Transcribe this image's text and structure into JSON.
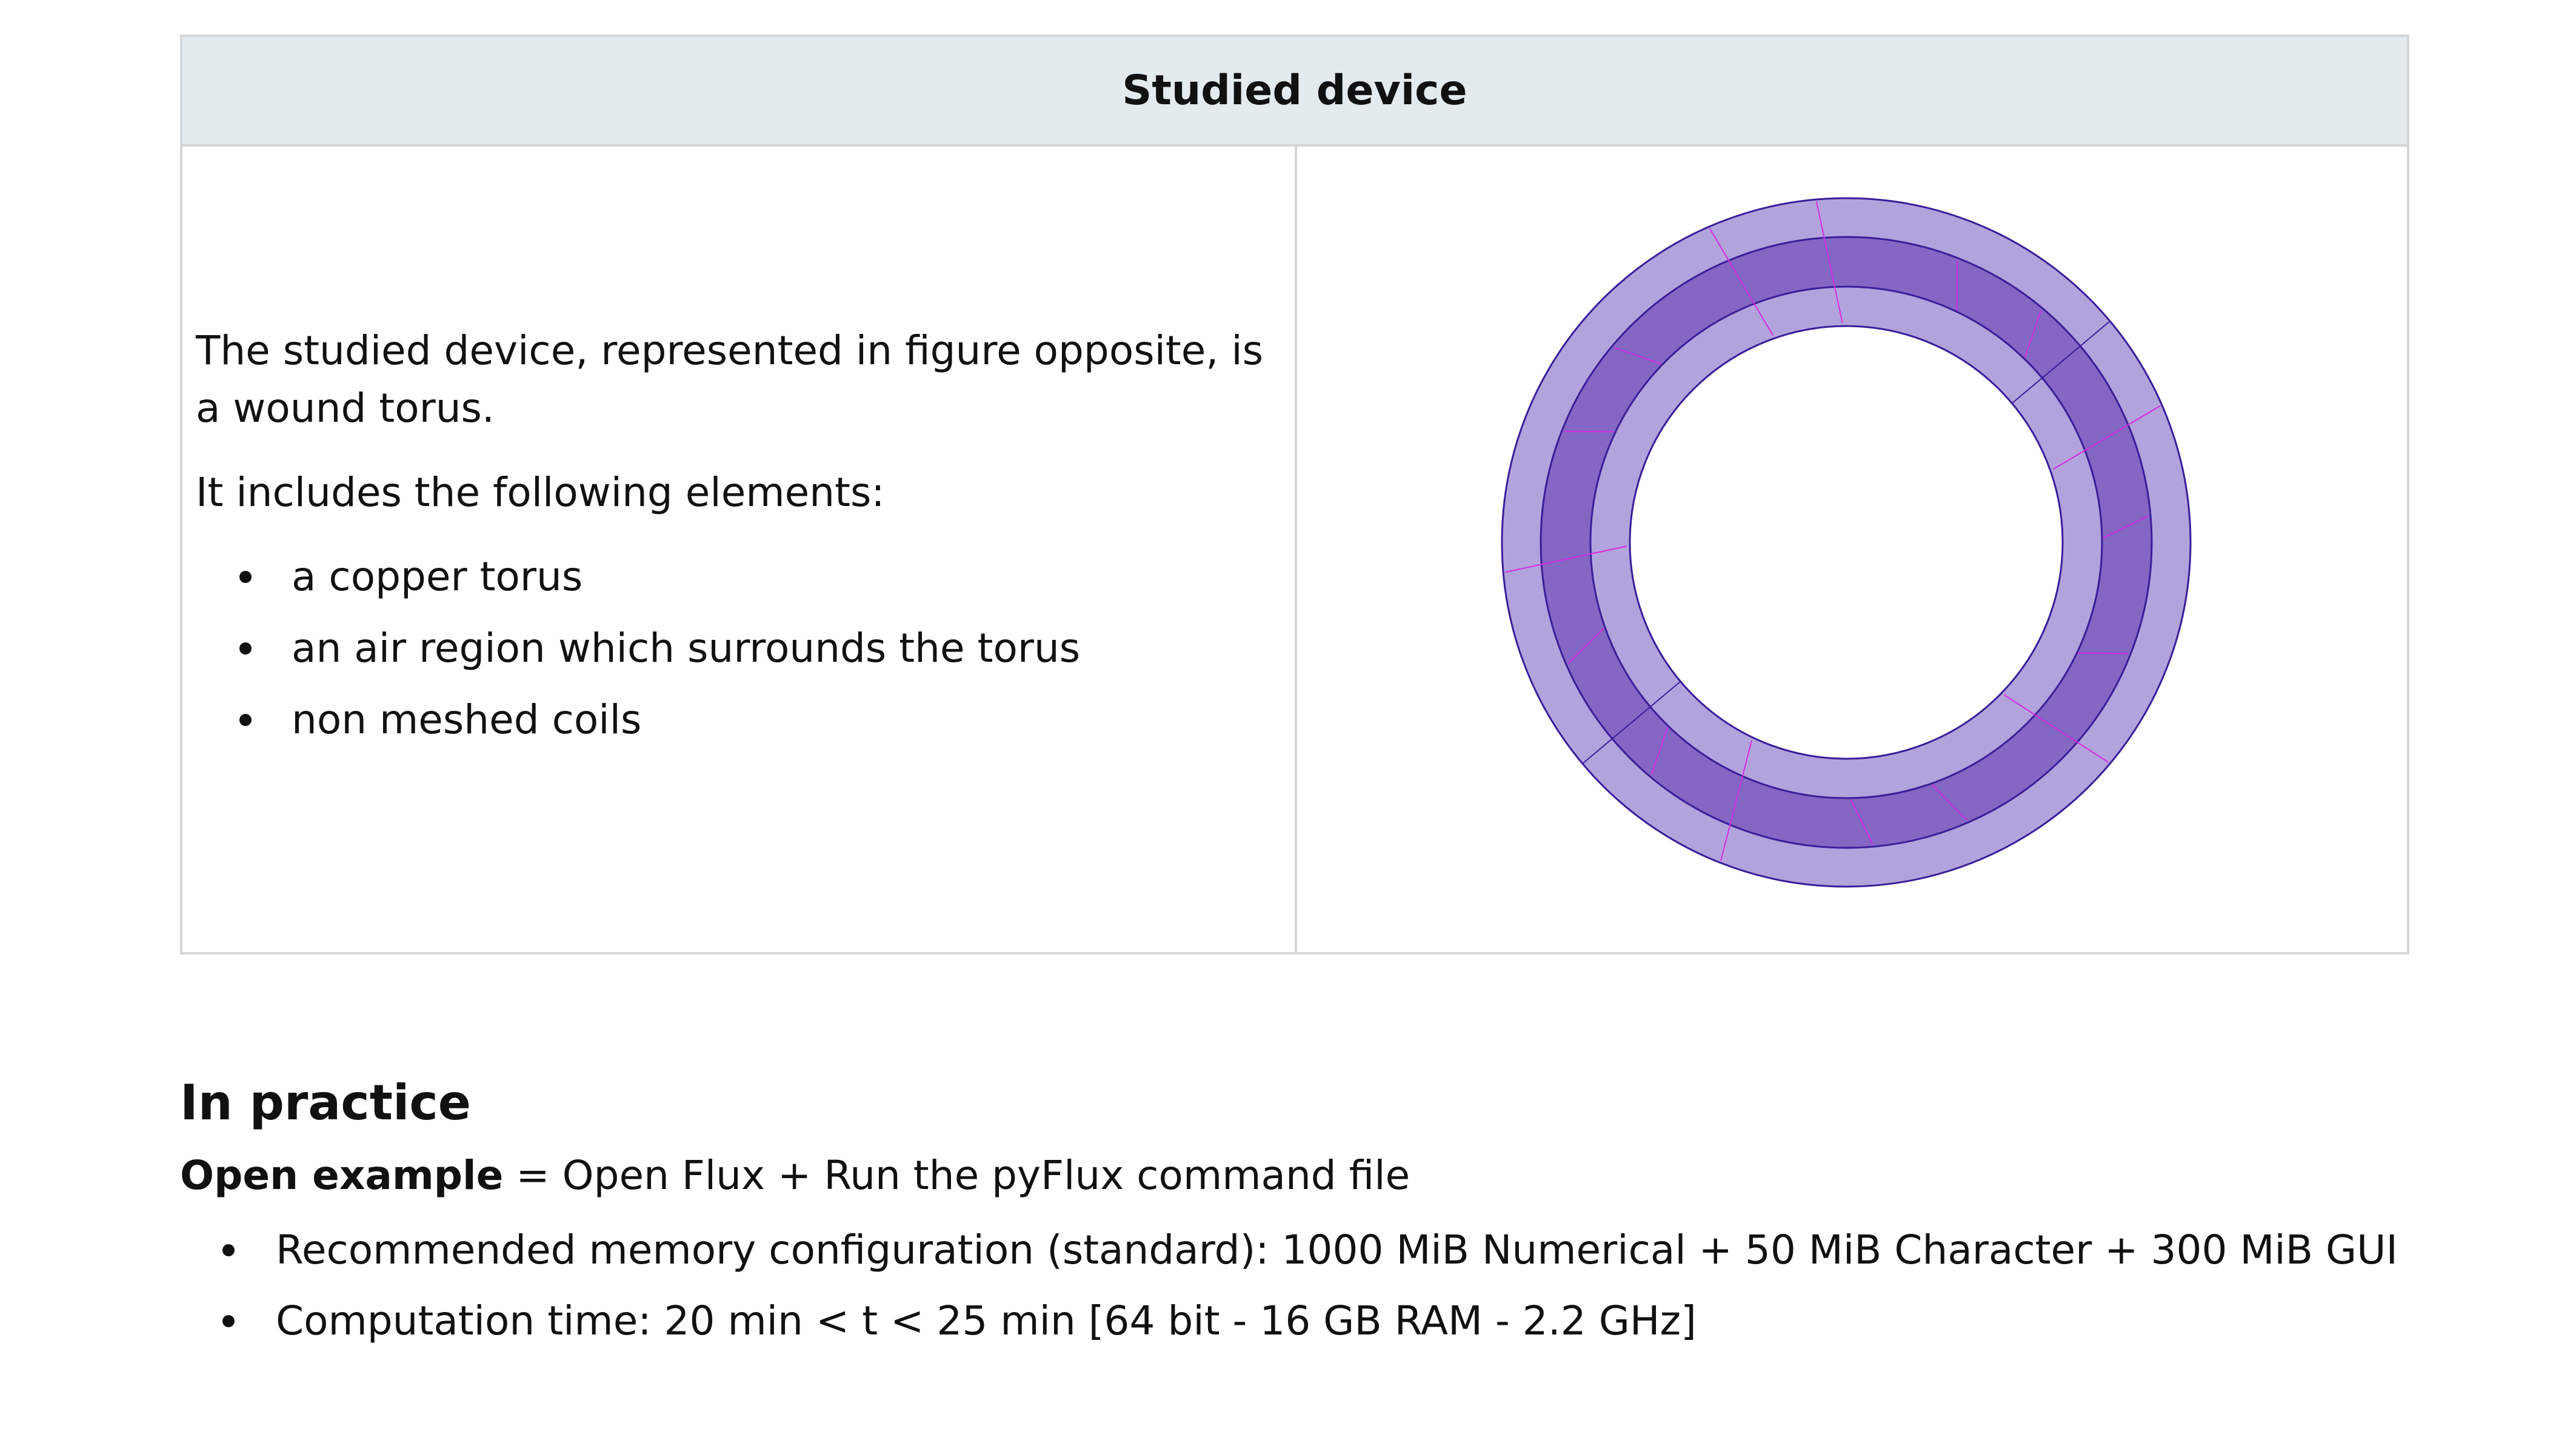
{
  "table": {
    "header": "Studied device",
    "description": [
      "The studied device, represented in figure opposite, is a wound torus.",
      "It includes the following elements:"
    ],
    "elements": [
      "a copper torus",
      "an air region which surrounds the torus",
      "non meshed coils"
    ],
    "figure": {
      "outer_color": "#b3a3dc",
      "coil_color": "#8466c4",
      "edge_color": "#3a1d9a",
      "mesh_color": "#d42ce0"
    }
  },
  "practice": {
    "title": "In practice",
    "open_example_label": "Open example",
    "open_example_text": " = Open Flux + Run the pyFlux command file",
    "bullets": [
      "Recommended memory configuration (standard): 1000 MiB Numerical + 50 MiB Character + 300 MiB GUI",
      "Computation time: 20 min < t < 25 min [64 bit - 16 GB RAM - 2.2 GHz]"
    ]
  }
}
